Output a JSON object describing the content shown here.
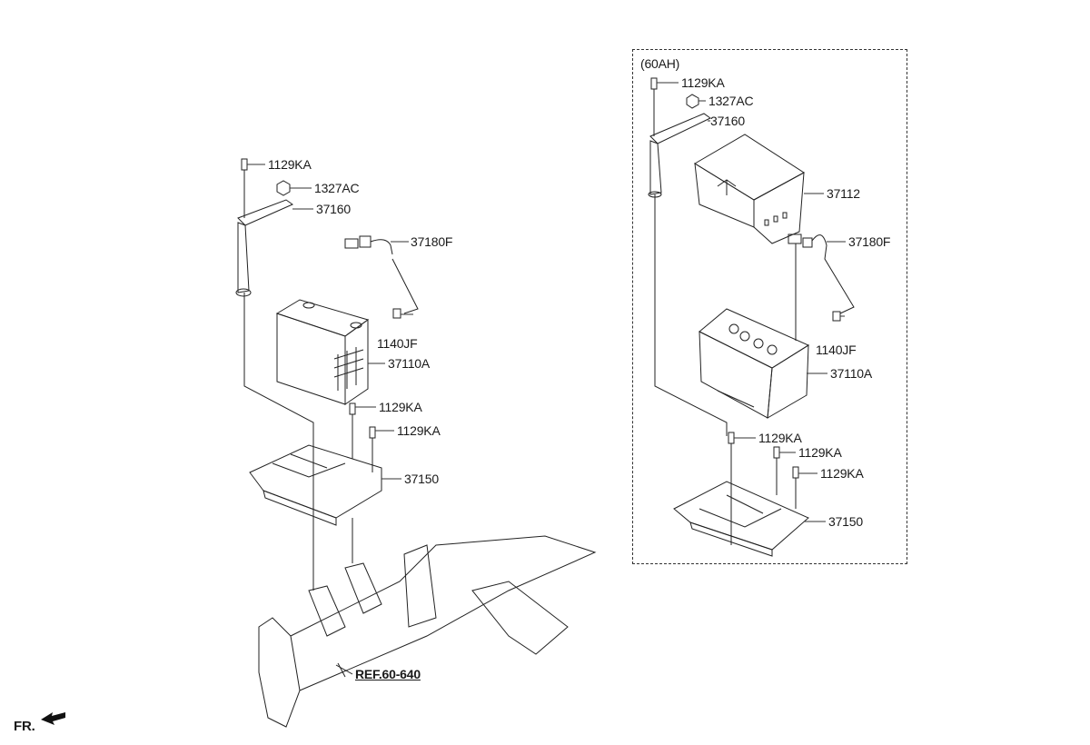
{
  "left_assembly": {
    "labels": [
      "1129KA",
      "1327AC",
      "37160",
      "37180F",
      "1140JF",
      "37110A",
      "1129KA",
      "1129KA",
      "37150"
    ],
    "reference": "REF.60-640"
  },
  "right_assembly": {
    "variant": "(60AH)",
    "labels": [
      "1129KA",
      "1327AC",
      "37160",
      "37112",
      "37180F",
      "1140JF",
      "37110A",
      "1129KA",
      "1129KA",
      "1129KA",
      "37150"
    ]
  },
  "direction_marker": "FR."
}
